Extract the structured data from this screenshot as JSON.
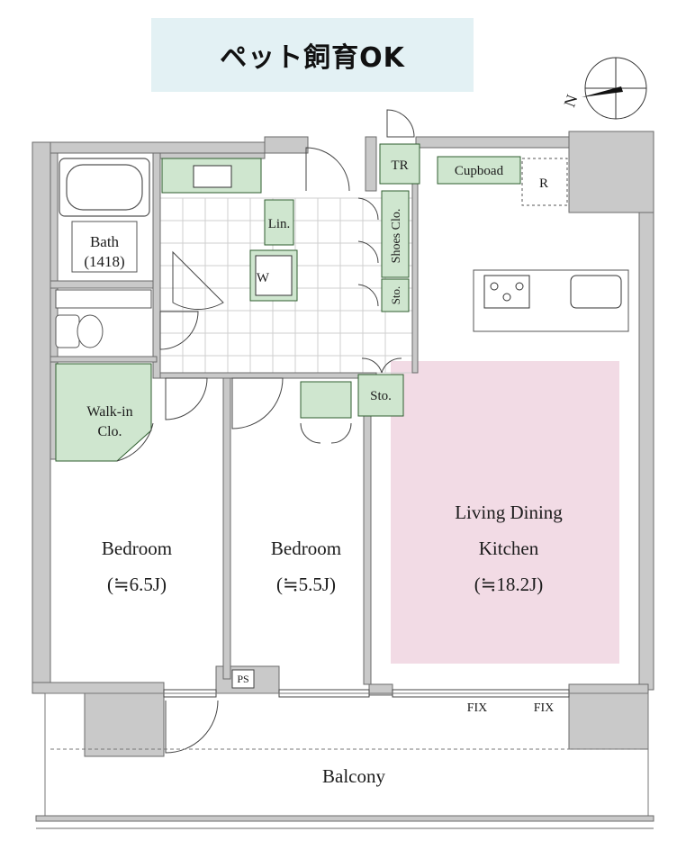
{
  "banner": {
    "text": "ペット飼育OK",
    "bg_color": "#e3f1f4"
  },
  "compass": {
    "north_label": "N",
    "icon": "north-arrow-icon"
  },
  "rooms": {
    "bath": {
      "name": "Bath",
      "size": "(1418)"
    },
    "linen": "Lin.",
    "washer": "W",
    "toilet_room": "TR",
    "cupboard": "Cupboad",
    "refrigerator": "R",
    "shoes_closet": "Shoes Clo.",
    "storage_small": "Sto.",
    "storage": "Sto.",
    "walk_in_closet": {
      "line1": "Walk-in",
      "line2": "Clo."
    },
    "bedroom1": {
      "name": "Bedroom",
      "size": "(≒6.5J)"
    },
    "bedroom2": {
      "name": "Bedroom",
      "size": "(≒5.5J)"
    },
    "ldk": {
      "line1": "Living Dining",
      "line2": "Kitchen",
      "size": "(≒18.2J)",
      "highlight_color": "#f2dbe5"
    },
    "pipe_space": "PS",
    "balcony": "Balcony"
  },
  "fixed_windows": [
    "FIX",
    "FIX"
  ],
  "colors": {
    "wall": "#c9c9c9",
    "wall_stroke": "#6b6b6b",
    "storage_fill": "#cfe6cf",
    "storage_stroke": "#2f5e2f",
    "tile_line": "#cfcfcf"
  }
}
